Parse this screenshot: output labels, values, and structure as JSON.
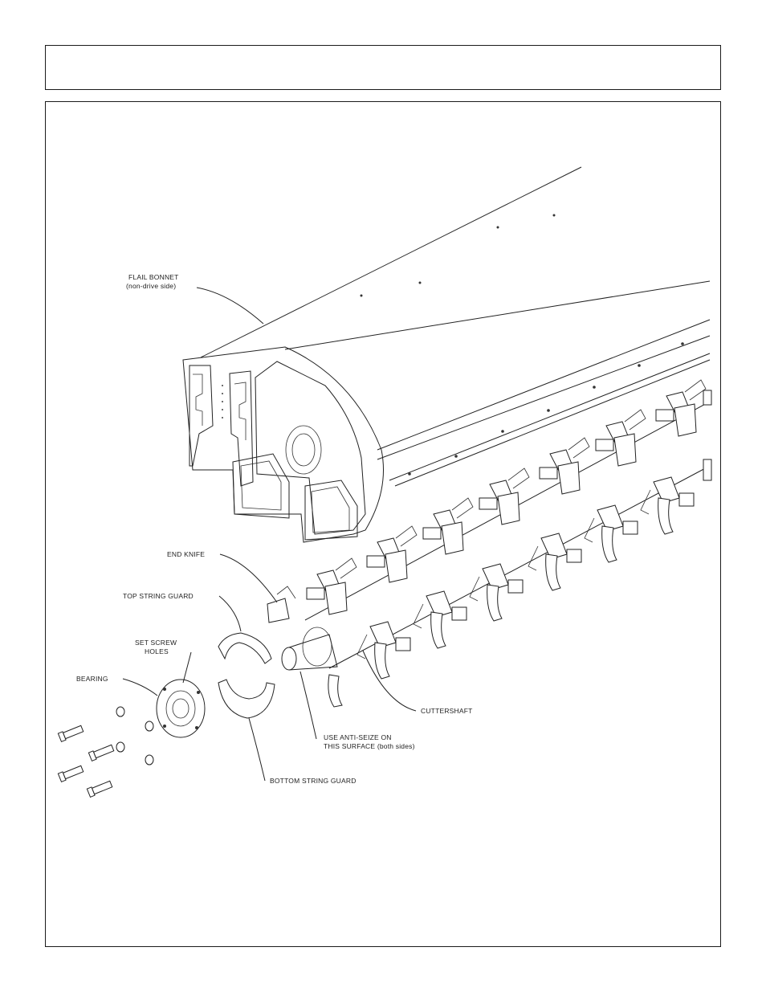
{
  "labels": {
    "flail_bonnet_1": "FLAIL BONNET",
    "flail_bonnet_2": "(non-drive side)",
    "end_knife": "END KNIFE",
    "top_string_guard": "TOP STRING GUARD",
    "set_screw_1": "SET SCREW",
    "set_screw_2": "HOLES",
    "bearing": "BEARING",
    "cuttershaft": "CUTTERSHAFT",
    "anti_seize_1": "USE ANTI-SEIZE ON",
    "anti_seize_2": "THIS SURFACE (both sides)",
    "bottom_string_guard": "BOTTOM STRING GUARD"
  }
}
